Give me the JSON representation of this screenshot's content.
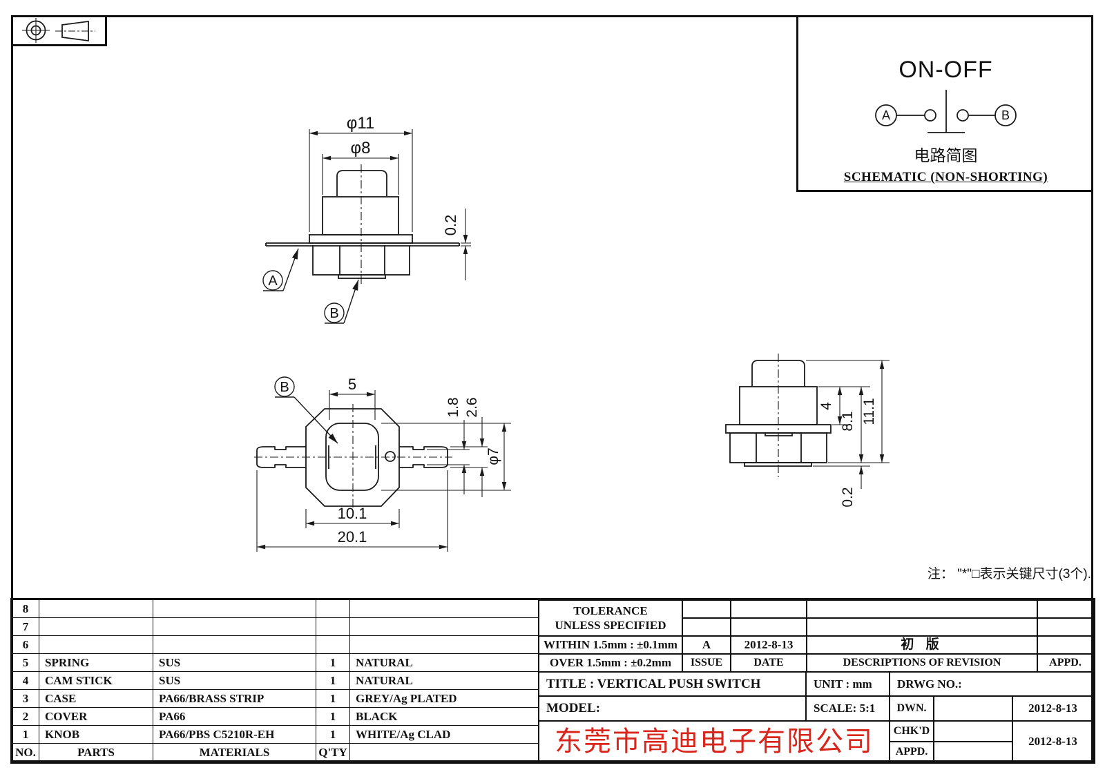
{
  "sheet": {
    "note": "注： \"*\"□表示关键尺寸(3个)."
  },
  "schematic": {
    "title": "ON-OFF",
    "terminal_a": "A",
    "terminal_b": "B",
    "caption_cn": "电路简图",
    "caption_en": "SCHEMATIC (NON-SHORTING)"
  },
  "front_view": {
    "dim_outer_dia": "φ11",
    "dim_knob_dia": "φ8",
    "dim_panel_thickness": "0.2",
    "label_a": "A",
    "label_b": "B"
  },
  "top_view": {
    "label_b": "B",
    "dim_slot_width": "5",
    "dim_terminal_tip": "1.8",
    "dim_terminal_width": "2.6",
    "dim_inner_dia": "φ7",
    "dim_body_width": "10.1",
    "dim_overall_width": "20.1"
  },
  "side_view": {
    "dim_step_height": "4",
    "dim_body_height": "8.1",
    "dim_overall_height": "11.1",
    "dim_lip": "0.2"
  },
  "parts_table": {
    "headers": {
      "no": "NO.",
      "parts": "PARTS",
      "materials": "MATERIALS",
      "qty": "Q'TY",
      "finish": ""
    },
    "rows": [
      {
        "no": "8",
        "parts": "",
        "materials": "",
        "qty": "",
        "finish": ""
      },
      {
        "no": "7",
        "parts": "",
        "materials": "",
        "qty": "",
        "finish": ""
      },
      {
        "no": "6",
        "parts": "",
        "materials": "",
        "qty": "",
        "finish": ""
      },
      {
        "no": "5",
        "parts": "SPRING",
        "materials": "SUS",
        "qty": "1",
        "finish": "NATURAL"
      },
      {
        "no": "4",
        "parts": "CAM STICK",
        "materials": "SUS",
        "qty": "1",
        "finish": "NATURAL"
      },
      {
        "no": "3",
        "parts": "CASE",
        "materials": "PA66/BRASS STRIP",
        "qty": "1",
        "finish": "GREY/Ag PLATED"
      },
      {
        "no": "2",
        "parts": "COVER",
        "materials": "PA66",
        "qty": "1",
        "finish": "BLACK"
      },
      {
        "no": "1",
        "parts": "KNOB",
        "materials": "PA66/PBS C5210R-EH",
        "qty": "1",
        "finish": "WHITE/Ag CLAD"
      }
    ]
  },
  "title_block": {
    "tolerance_line1": "TOLERANCE",
    "tolerance_line2": "UNLESS  SPECIFIED",
    "within": "WITHIN 1.5mm : ±0.1mm",
    "over": "OVER 1.5mm : ±0.2mm",
    "issue_value": "A",
    "issue_label": "ISSUE",
    "date_value": "2012-8-13",
    "date_label": "DATE",
    "revision_description": "初 版",
    "revision_desc_label": "DESCRIPTIONS OF REVISION",
    "revision_appd_label": "APPD.",
    "title": "TITLE :  VERTICAL PUSH SWITCH",
    "unit": "UNIT :  mm",
    "drwg_no_label": "DRWG NO.:",
    "model_label": "MODEL:",
    "scale": "SCALE:  5:1",
    "company": "东莞市高迪电子有限公司",
    "dwn_label": "DWN.",
    "dwn_date": "2012-8-13",
    "chkd_label": "CHK'D",
    "appd_label": "APPD.",
    "chkd_appd_date": "2012-8-13"
  },
  "colors": {
    "line": "#1a1a1a",
    "company_red": "#d9261c"
  }
}
